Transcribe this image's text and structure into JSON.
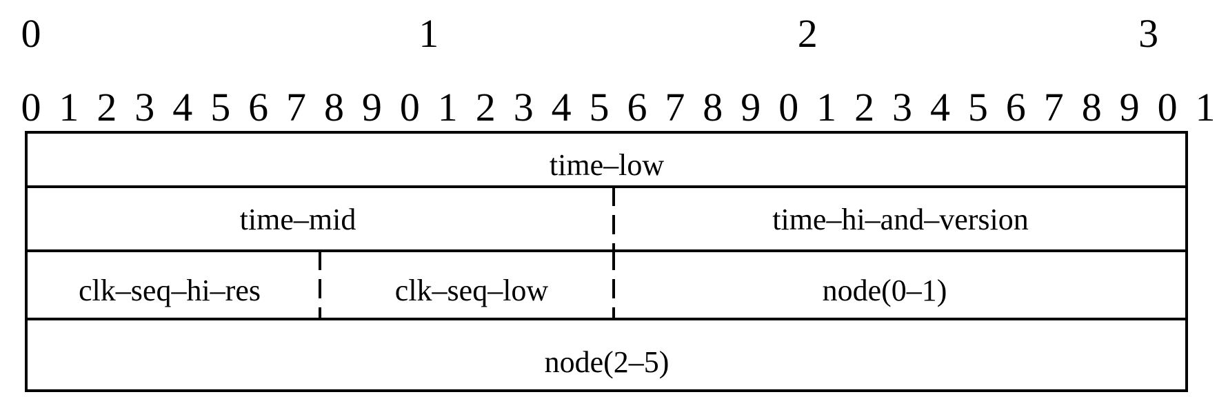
{
  "ruler": {
    "decade_digits": [
      "0",
      "1",
      "2",
      "3"
    ],
    "bit_digits": [
      "0",
      "1",
      "2",
      "3",
      "4",
      "5",
      "6",
      "7",
      "8",
      "9",
      "0",
      "1",
      "2",
      "3",
      "4",
      "5",
      "6",
      "7",
      "8",
      "9",
      "0",
      "1",
      "2",
      "3",
      "4",
      "5",
      "6",
      "7",
      "8",
      "9",
      "0",
      "1"
    ]
  },
  "fields": {
    "time_low": "time–low",
    "time_mid": "time–mid",
    "time_hi_and_version": "time–hi–and–version",
    "clk_seq_hi_res": "clk–seq–hi–res",
    "clk_seq_low": "clk–seq–low",
    "node_0_1": "node(0–1)",
    "node_2_5": "node(2–5)"
  }
}
